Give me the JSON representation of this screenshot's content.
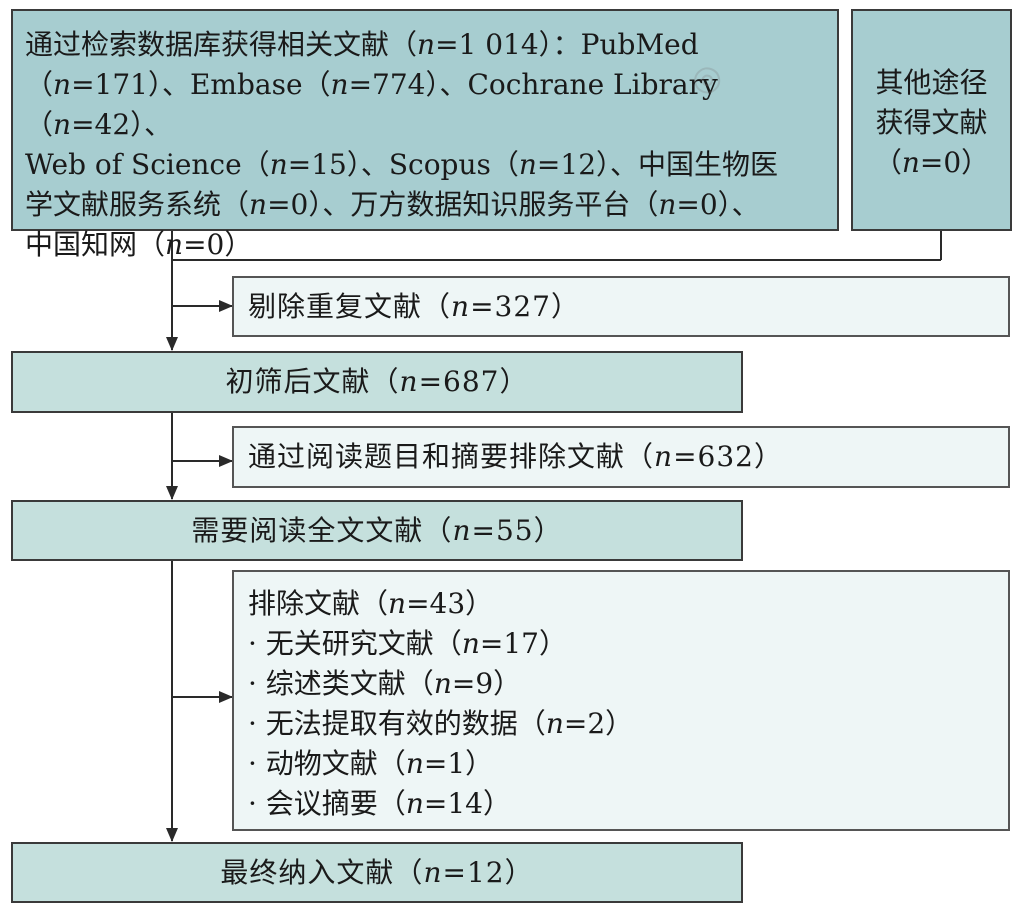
{
  "database_box": {
    "lines": [
      "通过检索数据库获得相关文献（n=1 014）：PubMed",
      "（n=171）、Embase（n=774）、Cochrane Library（n=42）、",
      "Web of Science（n=15）、Scopus（n=12）、中国生物医",
      "学文献服务系统（n=0）、万方数据知识服务平台（n=0）、",
      "中国知网（n=0）"
    ]
  },
  "other_box": {
    "lines": [
      "其他途径",
      "获得文献",
      "（n=0）"
    ]
  },
  "duplicates_box": {
    "text": "剔除重复文献（n=327）"
  },
  "screened_box": {
    "text": "初筛后文献（n=687）"
  },
  "title_abstract_excluded_box": {
    "text": "通过阅读题目和摘要排除文献（n=632）"
  },
  "fulltext_box": {
    "text": "需要阅读全文文献（n=55）"
  },
  "excluded_box": {
    "title": "排除文献（n=43）",
    "items": [
      "· 无关研究文献（n=17）",
      "· 综述类文献（n=9）",
      "· 无法提取有效的数据（n=2）",
      "· 动物文献（n=1）",
      "· 会议摘要（n=14）"
    ]
  },
  "included_box": {
    "text": "最终纳入文献（n=12）"
  },
  "colors": {
    "top_box": "#a7cdd0",
    "main_box": "#c5e0dd",
    "side_box": "#eef6f6",
    "line": "#2a2a2a"
  }
}
